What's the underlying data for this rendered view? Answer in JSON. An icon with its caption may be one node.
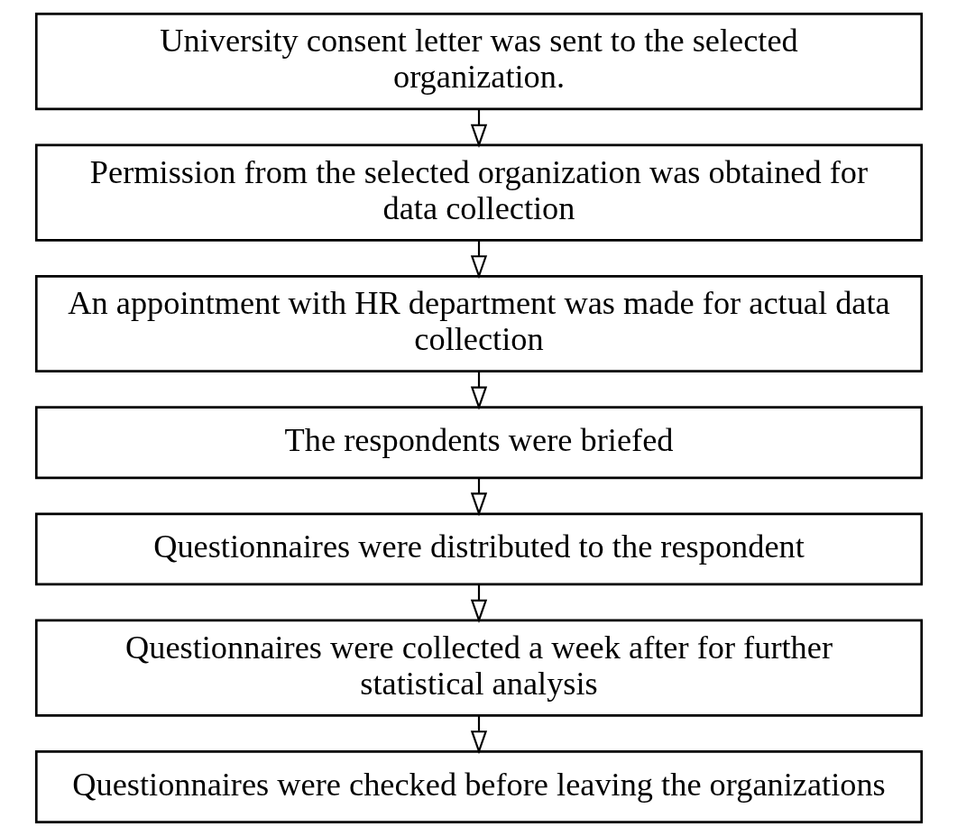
{
  "diagram": {
    "nodes": [
      {
        "text": [
          "University consent letter was sent to the selected organization."
        ]
      },
      {
        "text": [
          "Permission from the selected organization was obtained for data collection"
        ]
      },
      {
        "text": [
          "An appointment with HR department was made for actual data collection"
        ]
      },
      {
        "text": [
          "The respondents were briefed"
        ]
      },
      {
        "text": [
          "Questionnaires were distributed to the respondent"
        ]
      },
      {
        "text": [
          "Questionnaires were collected a week after for further statistical analysis"
        ]
      },
      {
        "text": [
          "Questionnaires were checked before leaving the organizations"
        ]
      }
    ],
    "edges": [
      {
        "from": 0,
        "to": 1,
        "arrow": "to"
      },
      {
        "from": 1,
        "to": 2,
        "arrow": "to"
      },
      {
        "from": 2,
        "to": 3,
        "arrow": "to"
      },
      {
        "from": 3,
        "to": 4,
        "arrow": "to"
      },
      {
        "from": 4,
        "to": 5,
        "arrow": "to"
      },
      {
        "from": 5,
        "to": 6,
        "arrow": "to"
      }
    ]
  }
}
